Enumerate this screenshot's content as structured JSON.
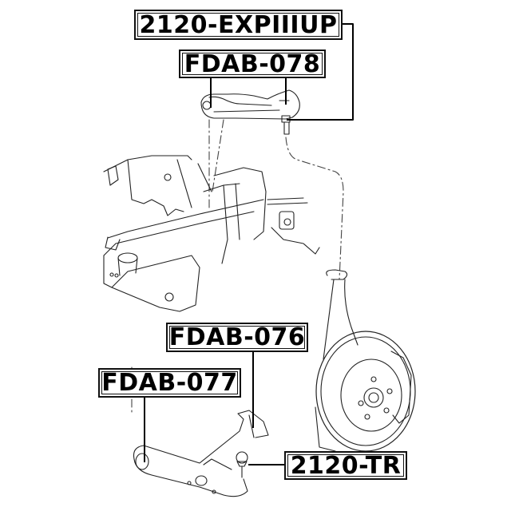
{
  "diagram": {
    "type": "exploded front suspension parts diagram",
    "background": "#ffffff",
    "line_color": "#111111",
    "labels": [
      {
        "id": "upper-arm-ball-joint",
        "text": "2120-EXPIIIUP",
        "points_to": "upper control arm ball joint"
      },
      {
        "id": "upper-arm-bushing",
        "text": "FDAB-078",
        "points_to": "upper control arm bushings"
      },
      {
        "id": "lower-arm-rear-bushing",
        "text": "FDAB-076",
        "points_to": "lower control arm rear bushing"
      },
      {
        "id": "lower-arm-front-bushing",
        "text": "FDAB-077",
        "points_to": "lower control arm front bushing"
      },
      {
        "id": "lower-ball-joint",
        "text": "2120-TR",
        "points_to": "lower ball joint"
      }
    ],
    "components": [
      "upper control arm",
      "frame / subframe",
      "steering knuckle",
      "brake disc and caliper",
      "lower control arm",
      "lower ball joint"
    ]
  }
}
